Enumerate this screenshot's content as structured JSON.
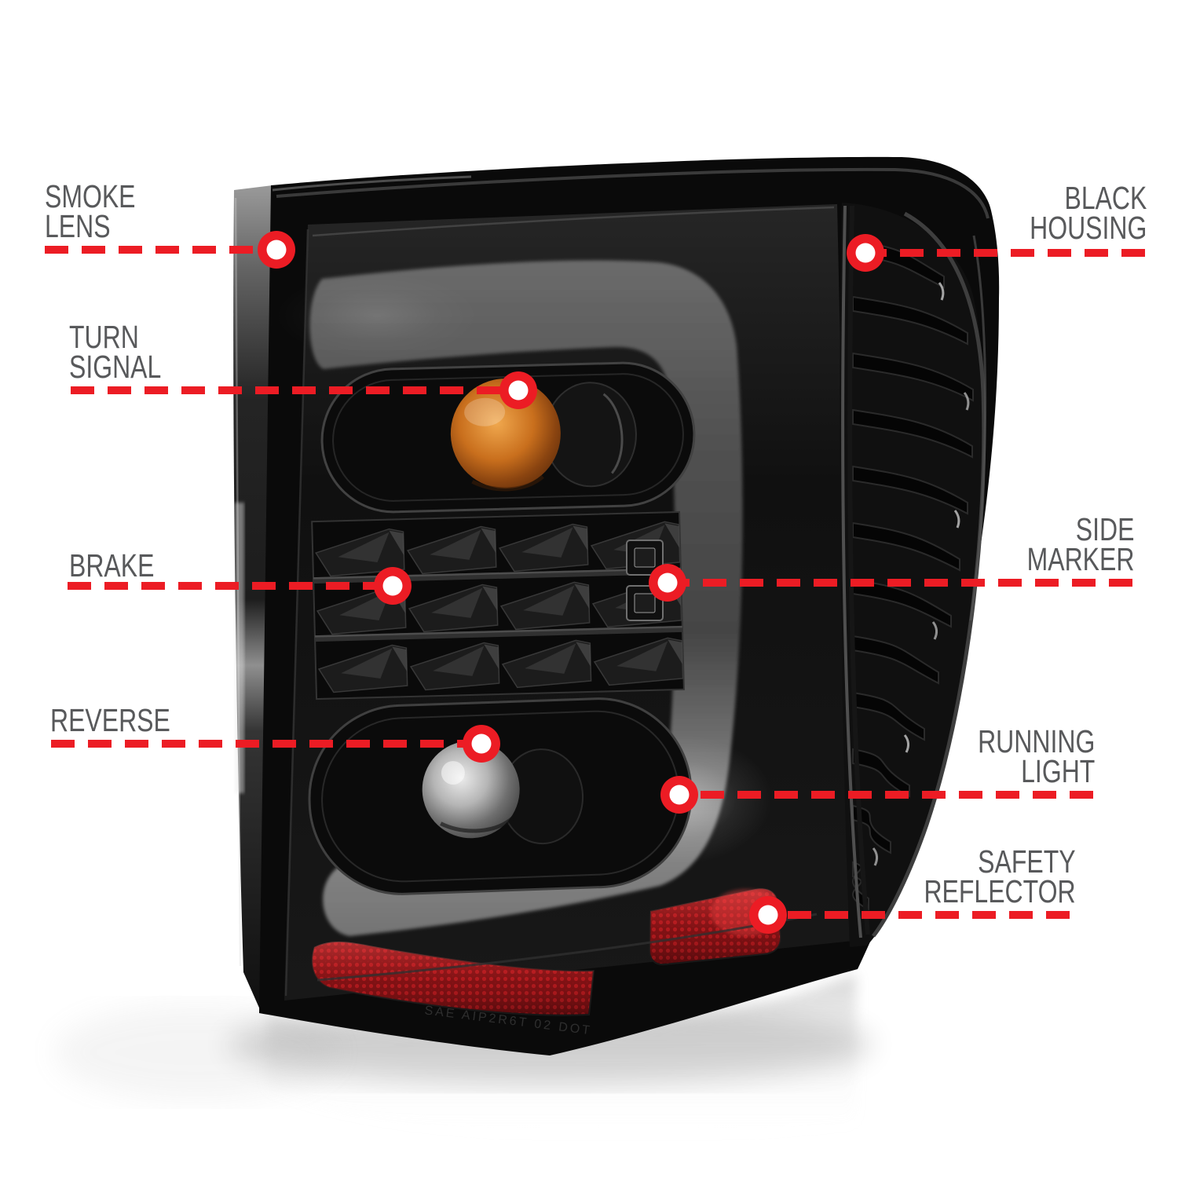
{
  "page": {
    "background": "#ffffff"
  },
  "colors": {
    "callout_red": "#ec1c24",
    "label_gray": "#58595b",
    "housing_black": "#0a0a0a",
    "amber_bulb": "#c96f1d",
    "reflector_red": "#8c1013"
  },
  "product": {
    "description": "Smoked-lens black-housing LED tail light, three-quarter rear view",
    "marking": "SAE AIP2R6T 02 DOT"
  },
  "callouts": [
    {
      "id": "smoke-lens",
      "side": "left",
      "lines": [
        "SMOKE",
        "LENS"
      ]
    },
    {
      "id": "turn-signal",
      "side": "left",
      "lines": [
        "TURN",
        "SIGNAL"
      ]
    },
    {
      "id": "brake",
      "side": "left",
      "lines": [
        "BRAKE"
      ]
    },
    {
      "id": "reverse",
      "side": "left",
      "lines": [
        "REVERSE"
      ]
    },
    {
      "id": "black-housing",
      "side": "right",
      "lines": [
        "BLACK",
        "HOUSING"
      ]
    },
    {
      "id": "side-marker",
      "side": "right",
      "lines": [
        "SIDE",
        "MARKER"
      ]
    },
    {
      "id": "running-light",
      "side": "right",
      "lines": [
        "RUNNING",
        "LIGHT"
      ]
    },
    {
      "id": "safety-reflector",
      "side": "right",
      "lines": [
        "SAFETY",
        "REFLECTOR"
      ]
    }
  ]
}
